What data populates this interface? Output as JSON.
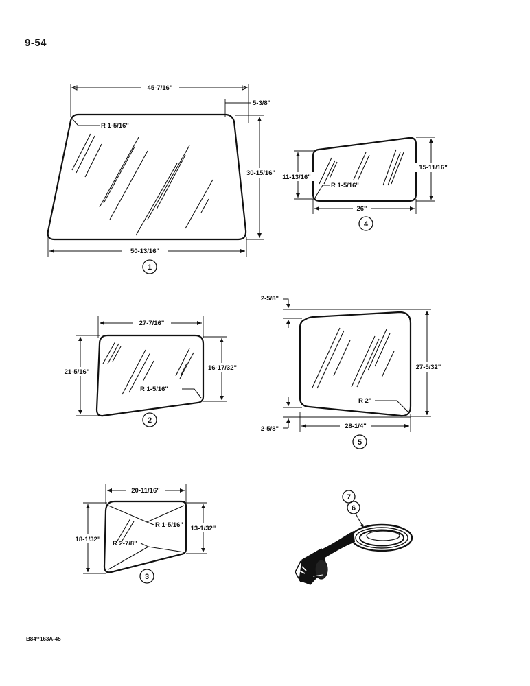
{
  "page_number": "9-54",
  "footer_code": "B84¹¹163A-45",
  "parts": [
    {
      "callout": "1",
      "dims": {
        "top_width": "45-7/16\"",
        "offset": "5-3/8\"",
        "height": "30-15/16\"",
        "bottom_width": "50-13/16\"",
        "radius": "R 1-5/16\""
      }
    },
    {
      "callout": "2",
      "dims": {
        "top_width": "27-7/16\"",
        "left_height": "21-5/16\"",
        "right_height": "16-17/32\"",
        "radius": "R 1-5/16\""
      }
    },
    {
      "callout": "3",
      "dims": {
        "top_width": "20-11/16\"",
        "left_height": "18-1/32\"",
        "right_height": "13-1/32\"",
        "radius_small": "R 1-5/16\"",
        "radius_large": "R 2-7/8\""
      }
    },
    {
      "callout": "4",
      "dims": {
        "left_height": "11-13/16\"",
        "right_height": "15-11/16\"",
        "bottom_width": "26\"",
        "radius": "R 1-5/16\""
      }
    },
    {
      "callout": "5",
      "dims": {
        "top_offset": "2-5/8\"",
        "bottom_offset": "2-5/8\"",
        "height": "27-5/32\"",
        "bottom_width": "28-1/4\"",
        "radius": "R 2\""
      }
    },
    {
      "callout_top": "7",
      "callout_bottom": "6"
    }
  ]
}
